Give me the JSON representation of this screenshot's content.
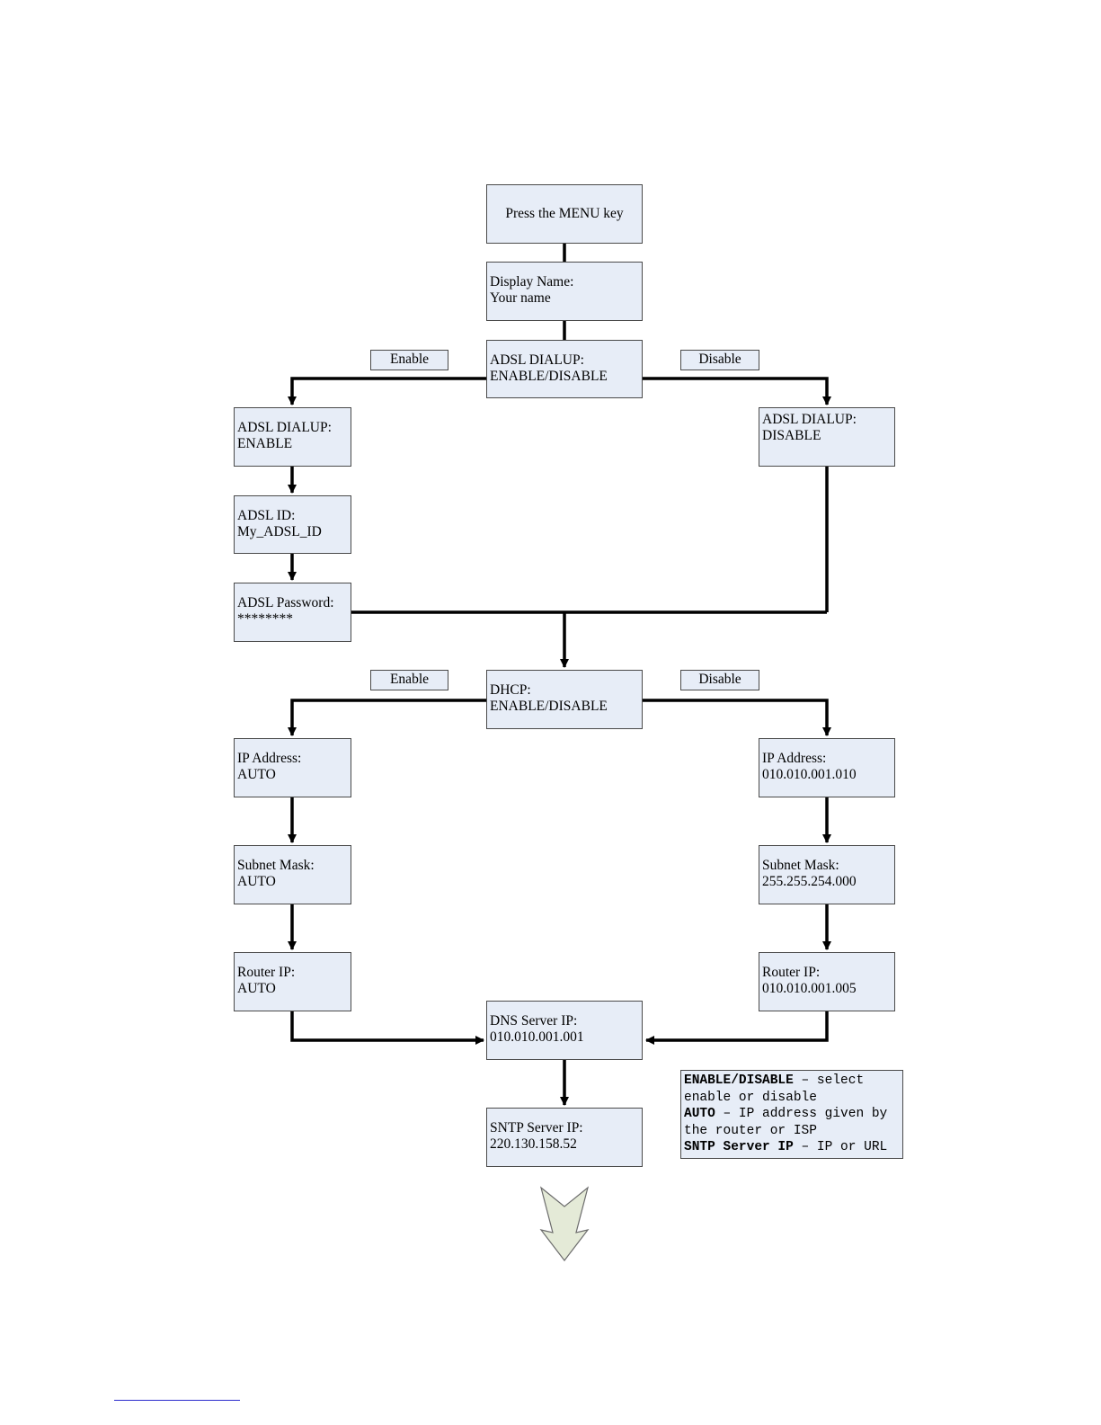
{
  "boxes": {
    "menu": {
      "l1": "Press the MENU key"
    },
    "display": {
      "l1": "Display Name:",
      "l2": "Your name"
    },
    "adsl": {
      "l1": "ADSL DIALUP:",
      "l2": "ENABLE/DISABLE"
    },
    "adsl_en": {
      "l1": "ADSL DIALUP:",
      "l2": "ENABLE"
    },
    "adsl_dis": {
      "l1": "ADSL DIALUP:",
      "l2": "DISABLE"
    },
    "adsl_id": {
      "l1": "ADSL ID:",
      "l2": "My_ADSL_ID"
    },
    "adsl_pwd": {
      "l1": "ADSL Password:",
      "l2": "********"
    },
    "dhcp": {
      "l1": "DHCP:",
      "l2": "ENABLE/DISABLE"
    },
    "ip_auto": {
      "l1": "IP Address:",
      "l2": "AUTO"
    },
    "ip_static": {
      "l1": "IP Address:",
      "l2": "010.010.001.010"
    },
    "sub_auto": {
      "l1": "Subnet Mask:",
      "l2": "AUTO"
    },
    "sub_static": {
      "l1": "Subnet Mask:",
      "l2": "255.255.254.000"
    },
    "rt_auto": {
      "l1": "Router IP:",
      "l2": "AUTO"
    },
    "rt_static": {
      "l1": "Router IP:",
      "l2": "010.010.001.005"
    },
    "dns": {
      "l1": "DNS Server IP:",
      "l2": "010.010.001.001"
    },
    "sntp": {
      "l1": "SNTP Server IP:",
      "l2": "220.130.158.52"
    }
  },
  "labels": {
    "adsl_enable": "Enable",
    "adsl_disable": "Disable",
    "dhcp_enable": "Enable",
    "dhcp_disable": "Disable"
  },
  "legend": [
    {
      "term": "ENABLE/DISABLE",
      "line1": " – select",
      "line2": "enable or disable"
    },
    {
      "term": "AUTO",
      "line1": " – IP address given by",
      "line2": "the router or ISP"
    },
    {
      "term": "SNTP Server IP",
      "line1": " – IP or URL",
      "line2": ""
    }
  ],
  "colors": {
    "box_fill": "#e7edf7",
    "connector": "#000000",
    "continue_arrow_fill": "#e4ead7"
  }
}
